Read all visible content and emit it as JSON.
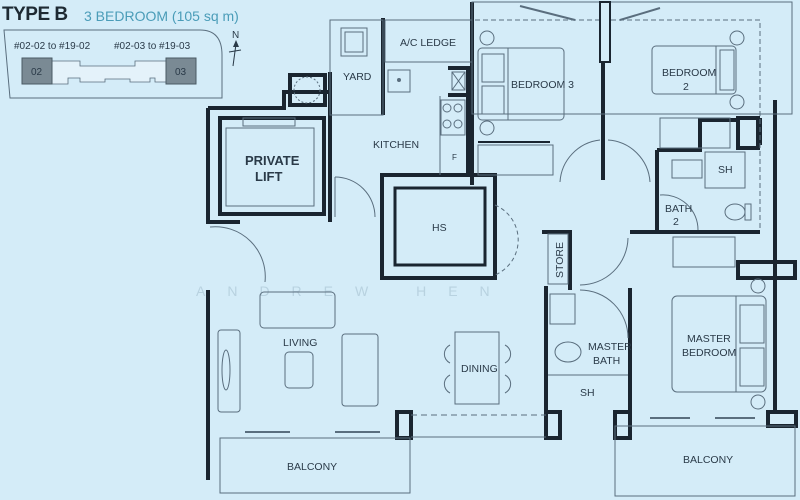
{
  "header": {
    "type": "TYPE B",
    "description": "3 BEDROOM (105 sq m)"
  },
  "keyplan": {
    "left_units": "#02-02 to #19-02",
    "right_units": "#02-03 to #19-03",
    "left_tag": "02",
    "right_tag": "03",
    "north": "N"
  },
  "rooms": {
    "ac_ledge": "A/C LEDGE",
    "yard": "YARD",
    "kitchen": "KITCHEN",
    "private_lift_1": "PRIVATE",
    "private_lift_2": "LIFT",
    "hs": "HS",
    "bedroom3": "BEDROOM 3",
    "bedroom2_1": "BEDROOM",
    "bedroom2_2": "2",
    "sh1": "SH",
    "bath2_1": "BATH",
    "bath2_2": "2",
    "store": "STORE",
    "master_bath_1": "MASTER",
    "master_bath_2": "BATH",
    "sh2": "SH",
    "master_bed_1": "MASTER",
    "master_bed_2": "BEDROOM",
    "living": "LIVING",
    "dining": "DINING",
    "balcony1": "BALCONY",
    "balcony2": "BALCONY",
    "fridge": "F"
  },
  "watermark": "ANDREW HEN",
  "colors": {
    "background": "#d4ecf8",
    "wall": "#1a2530",
    "line": "#5a6e7e",
    "accent": "#4a9cb8"
  }
}
